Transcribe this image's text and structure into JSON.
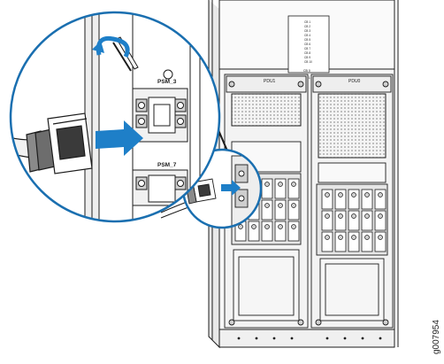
{
  "labels": {
    "pdu_left": "PDU1",
    "pdu_right": "PDU0",
    "psm_upper": "PSM_3",
    "psm_lower": "PSM_7",
    "top_panel_lines": [
      "CB 1",
      "CB 2",
      "CB 3",
      "CB 4",
      "CB 5",
      "CB 6",
      "CB 7",
      "CB 8",
      "CB 9",
      "CB 10"
    ],
    "top_panel_bottom_a": "CB 0",
    "top_panel_bottom_b": "CB 1",
    "figure_id": "g007954"
  },
  "colors": {
    "callout_blue": "#1a6fb0",
    "arrow_blue": "#1e7fc8",
    "outline": "#1c1c1c",
    "metal_light": "#eeeeee",
    "metal_mid": "#cfcfcf",
    "metal_dark": "#8a8a8a"
  },
  "icons": [
    "power-cord-plug",
    "screwdriver",
    "rotate-arrow",
    "insert-arrow"
  ]
}
